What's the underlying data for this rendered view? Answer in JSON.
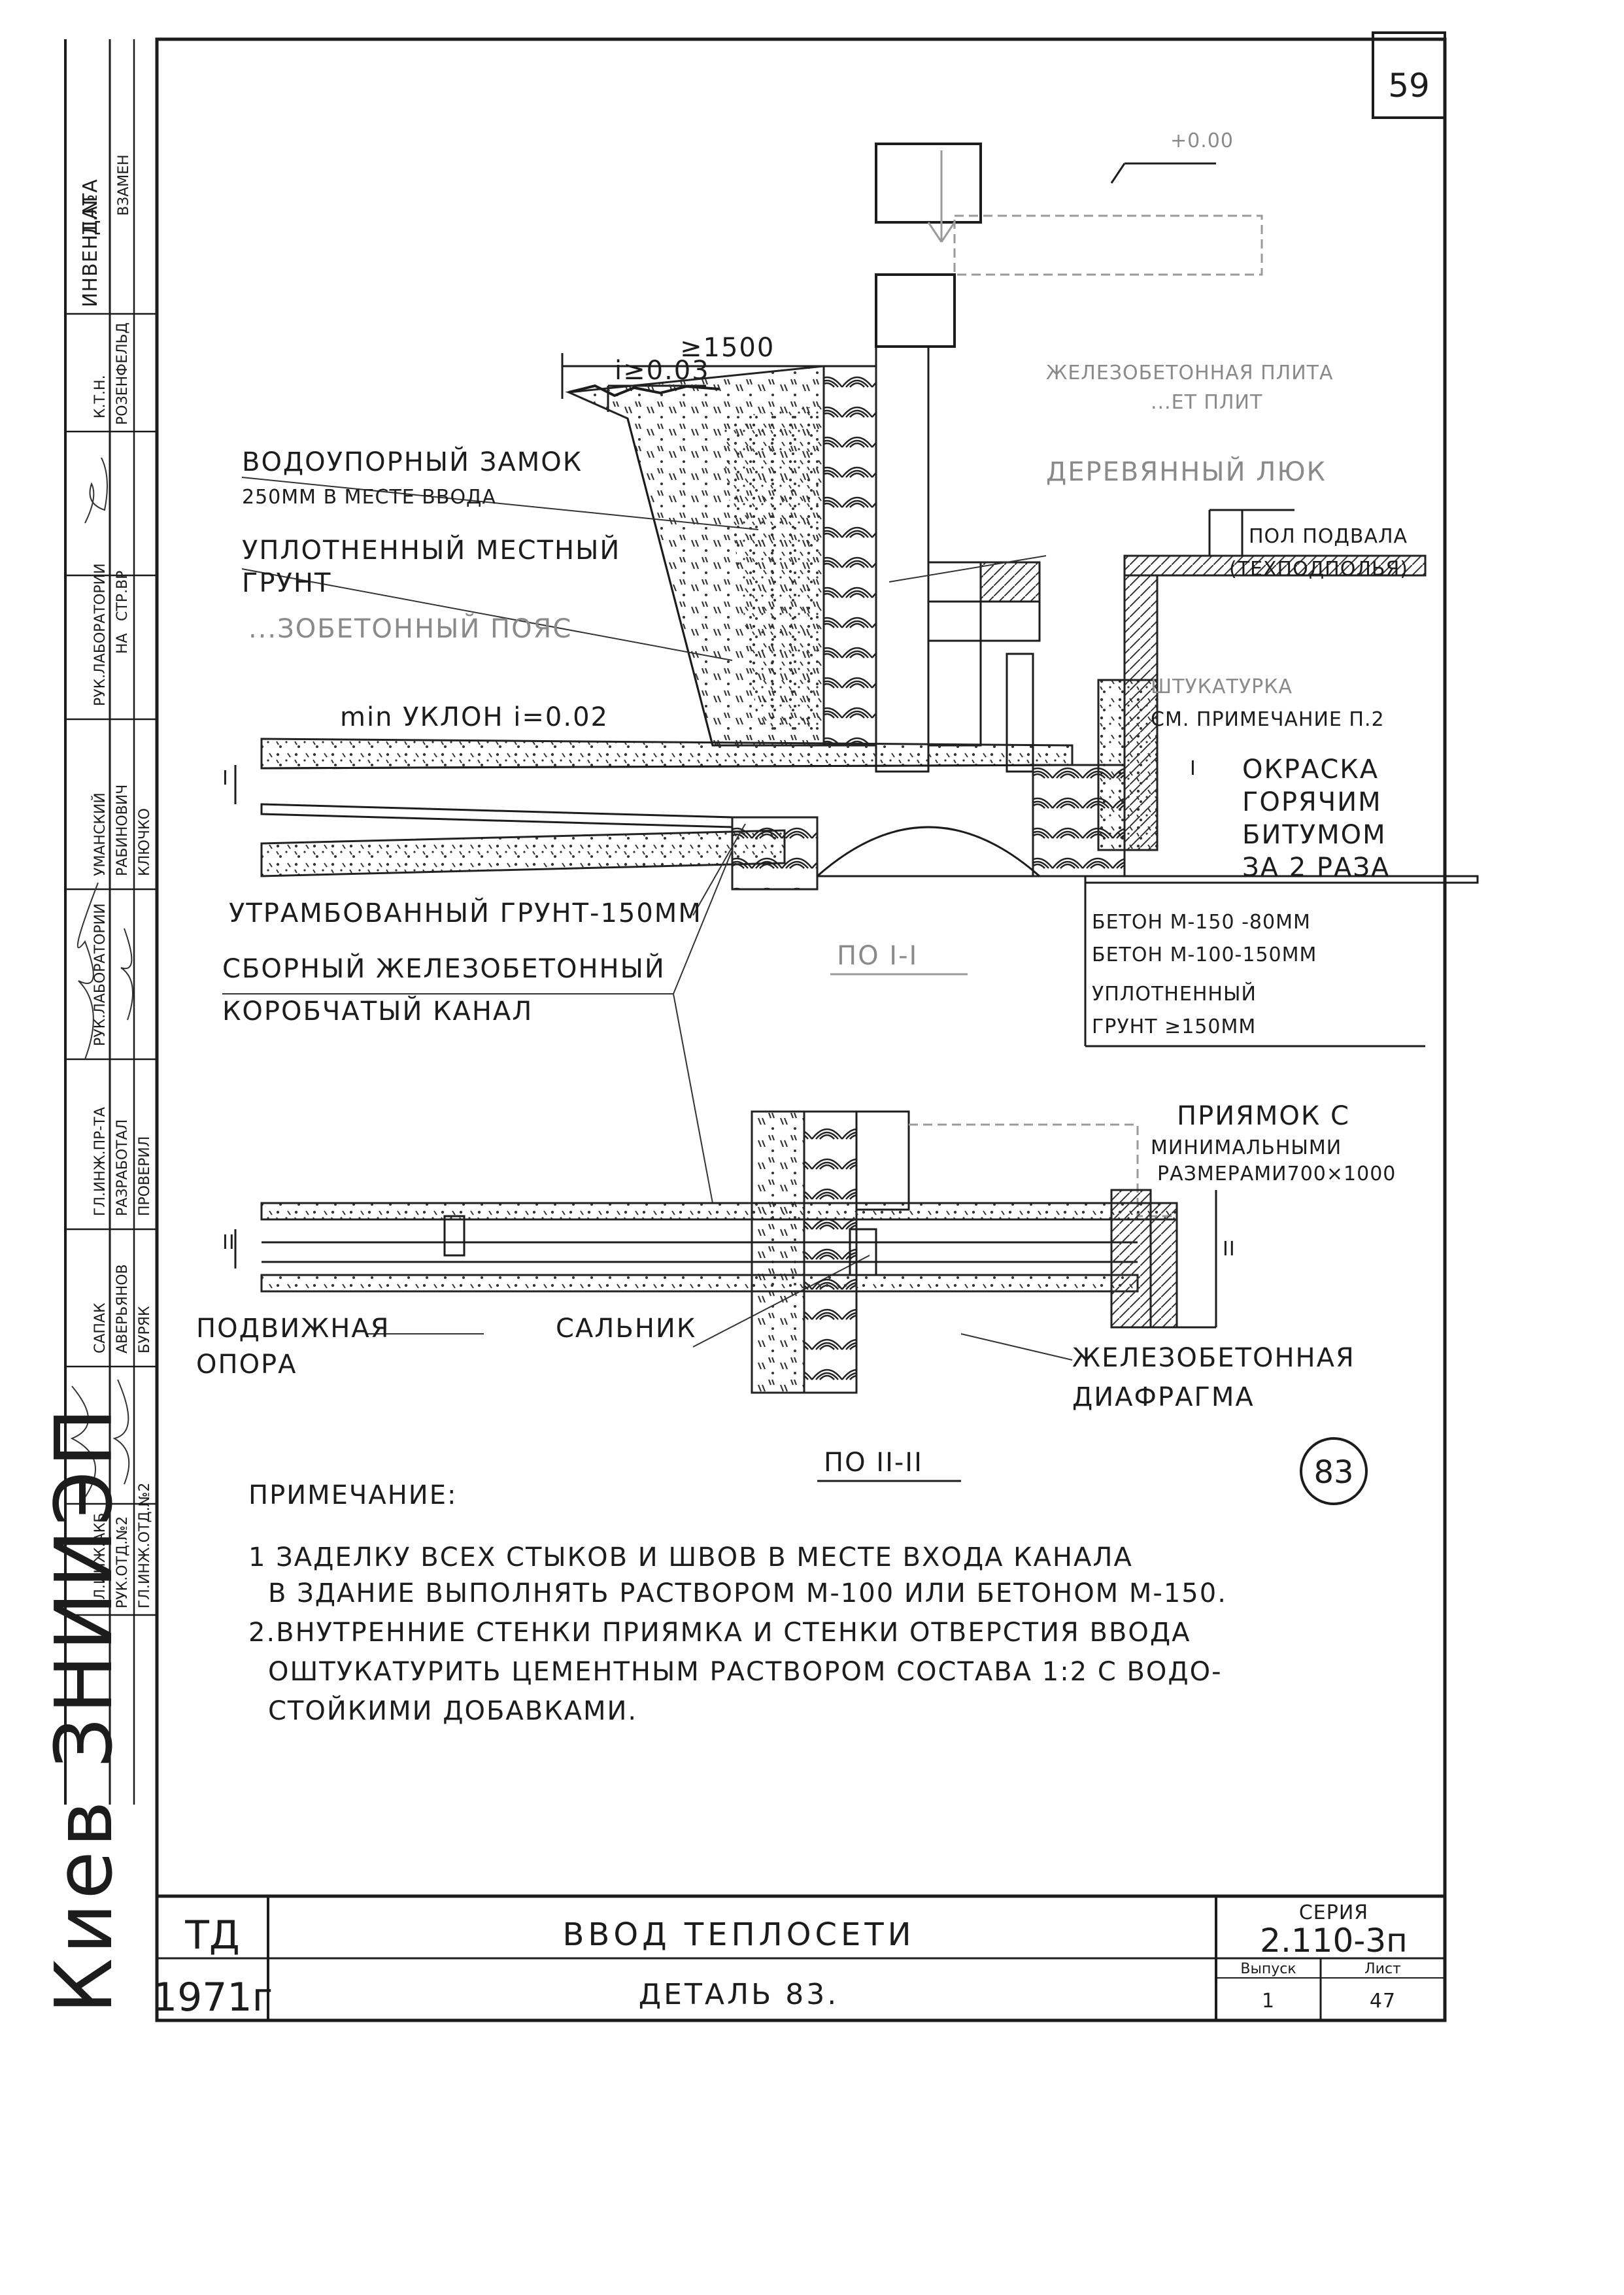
{
  "sheet_number": "59",
  "marker_top": "+0.00",
  "dim_1500": "≥1500",
  "slope_top": "i≥0.03",
  "labels": {
    "waterproof_lock": "ВОДОУПОРНЫЙ ЗАМОК",
    "waterproof_lock_note": "250ММ В МЕСТЕ ВВОДА",
    "compacted_soil_1": "УПЛОТНЕННЫЙ МЕСТНЫЙ",
    "compacted_soil_2": "ГРУНТ",
    "belt": "...ЗОБЕТОННЫЙ ПОЯС",
    "slope_min": "min УКЛОН i=0.02",
    "rammed_soil": "УТРАМБОВАННЫЙ ГРУНТ-150ММ",
    "box_channel_1": "СБОРНЫЙ ЖЕЛЕЗОБЕТОННЫЙ",
    "box_channel_2": "КОРОБЧАТЫЙ КАНАЛ",
    "plate_1": "ЖЕЛЕЗОБЕТОННАЯ ПЛИТА",
    "plate_2": "...ЕТ ПЛИТ",
    "hatch": "ДЕРЕВЯННЫЙ ЛЮК",
    "basement_floor_1": "ПОЛ ПОДВАЛА",
    "basement_floor_2": "(ТЕХПОДПОЛЬЯ)",
    "plaster_1": "ШТУКАТУРКА",
    "plaster_2": "СМ. ПРИМЕЧАНИЕ П.2",
    "paint_1": "ОКРАСКА",
    "paint_2": "ГОРЯЧИМ",
    "paint_3": "БИТУМОМ",
    "paint_4": "ЗА 2 РАЗА",
    "concrete_1": "БЕТОН М-150 -80ММ",
    "concrete_2": "БЕТОН М-100-150ММ",
    "compacted_3": "УПЛОТНЕННЫЙ",
    "compacted_4": "ГРУНТ ≥150ММ",
    "section_1": "ПО I-I",
    "pit_1": "ПРИЯМОК С",
    "pit_2": "МИНИМАЛЬНЫМИ",
    "pit_3": "РАЗМЕРАМИ700×1000",
    "mark_I_left": "I",
    "mark_I_right": "I",
    "mark_II_left": "II",
    "mark_II_right": "II",
    "movable_support_1": "ПОДВИЖНАЯ",
    "movable_support_2": "ОПОРА",
    "gland": "САЛЬНИК",
    "diaphragm_1": "ЖЕЛЕЗОБЕТОННАЯ",
    "diaphragm_2": "ДИАФРАГМА",
    "section_2": "ПО II-II",
    "detail_number": "83"
  },
  "notes": {
    "heading": "ПРИМЕЧАНИЕ:",
    "n1_line1": "1 ЗАДЕЛКУ ВСЕХ СТЫКОВ И ШВОВ В МЕСТЕ ВХОДА КАНАЛА",
    "n1_line2": "В ЗДАНИЕ ВЫПОЛНЯТЬ РАСТВОРОМ М-100 ИЛИ БЕТОНОМ М-150.",
    "n2_line1": "2.ВНУТРЕННИЕ СТЕНКИ ПРИЯМКА И СТЕНКИ ОТВЕРСТИЯ ВВОДА",
    "n2_line2": "ОШТУКАТУРИТЬ ЦЕМЕНТНЫМ РАСТВОРОМ СОСТАВА 1:2 С ВОДО-",
    "n2_line3": "СТОЙКИМИ ДОБАВКАМИ."
  },
  "title_block": {
    "org": "ТД",
    "year": "1971г",
    "title": "ВВОД ТЕПЛОСЕТИ",
    "subtitle": "ДЕТАЛЬ 83.",
    "series_label": "СЕРИЯ",
    "series_value": "2.110-3п",
    "issue_label": "Выпуск",
    "issue_value": "1",
    "sheet_label": "Лист",
    "sheet_value": "47"
  },
  "side_stamp": {
    "city": "Киев ЗНИИЭП",
    "col_date": "ДАТА",
    "col_inv": "ИНВЕНТ.№",
    "col_replace": "ВЗАМЕН",
    "col_ktn": "К.Т.Н.",
    "name_1": "РОЗЕНФЕЛЬД",
    "role_1": "РУК.ЛАБОРАТОРИИ",
    "role_1b": "СТР.ВР",
    "role_1c": "НА",
    "name_2": "УМАНСКИЙ",
    "role_2": "РУК.ЛАБОРАТОРИИ",
    "name_3": "РАБИНОВИЧ",
    "name_4": "КЛЮЧКО",
    "role_3": "ГЛ.ИНЖ.ПР-ТА",
    "role_4": "РАЗРАБОТАЛ",
    "role_5": "ПРОВЕРИЛ",
    "name_5": "САПАК",
    "name_6": "АВЕРЬЯНОВ",
    "name_7": "БУРЯК",
    "role_6": "ГЛ.ИНЖ.АКБ",
    "role_7": "РУК.ОТД.№2",
    "role_8": "ГЛ.ИНЖ.ОТД.№2"
  }
}
